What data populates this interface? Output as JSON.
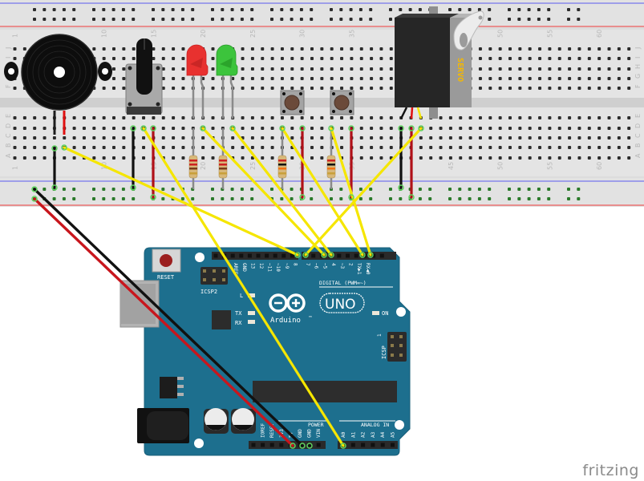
{
  "diagram": {
    "tool_watermark": "fritzing",
    "breadboard": {
      "column_labels": [
        "1",
        "10",
        "15",
        "20",
        "25",
        "30",
        "35",
        "45",
        "50",
        "55",
        "60"
      ],
      "row_labels_top": [
        "J",
        "I",
        "H",
        "G",
        "F"
      ],
      "row_labels_bottom": [
        "E",
        "D",
        "C",
        "B",
        "A"
      ]
    },
    "components": {
      "buzzer": {
        "name": "Piezo buzzer"
      },
      "potentiometer": {
        "name": "Rotary potentiometer"
      },
      "led_red": {
        "name": "Red LED",
        "color": "#e8312f"
      },
      "led_green": {
        "name": "Green LED",
        "color": "#3cc43c"
      },
      "button1": {
        "name": "Pushbutton"
      },
      "button2": {
        "name": "Pushbutton"
      },
      "servo": {
        "name": "Servo",
        "label": "SERVO"
      },
      "resistors": [
        "Resistor (LED red)",
        "Resistor (LED green)",
        "Resistor (button 1)",
        "Resistor (button 2)"
      ]
    },
    "arduino": {
      "model_label": "UNO",
      "brand_label": "Arduino",
      "trademark": "TM",
      "reset_label": "RESET",
      "icsp2_label": "ICSP2",
      "icsp_label": "ICSP",
      "icsp_pin1": "1",
      "led_l": "L",
      "led_tx": "TX",
      "led_rx": "RX",
      "led_on": "ON",
      "digital_header_label": "DIGITAL (PWM=~)",
      "digital_pins": [
        "AREF",
        "GND",
        "13",
        "12",
        "~11",
        "~10",
        "~9",
        "8",
        "7",
        "~6",
        "~5",
        "4",
        "~3",
        "2",
        "TX▶1",
        "RX◀0"
      ],
      "power_header_label": "POWER",
      "power_pins": [
        "IOREF",
        "RESET",
        "3V3",
        "5V",
        "GND",
        "GND",
        "VIN"
      ],
      "analog_header_label": "ANALOG IN",
      "analog_pins": [
        "A0",
        "A1",
        "A2",
        "A3",
        "A4",
        "A5"
      ]
    },
    "wire_colors": {
      "signal": "#f5e600",
      "power": "#c8161d",
      "ground": "#1c1c1c"
    }
  }
}
